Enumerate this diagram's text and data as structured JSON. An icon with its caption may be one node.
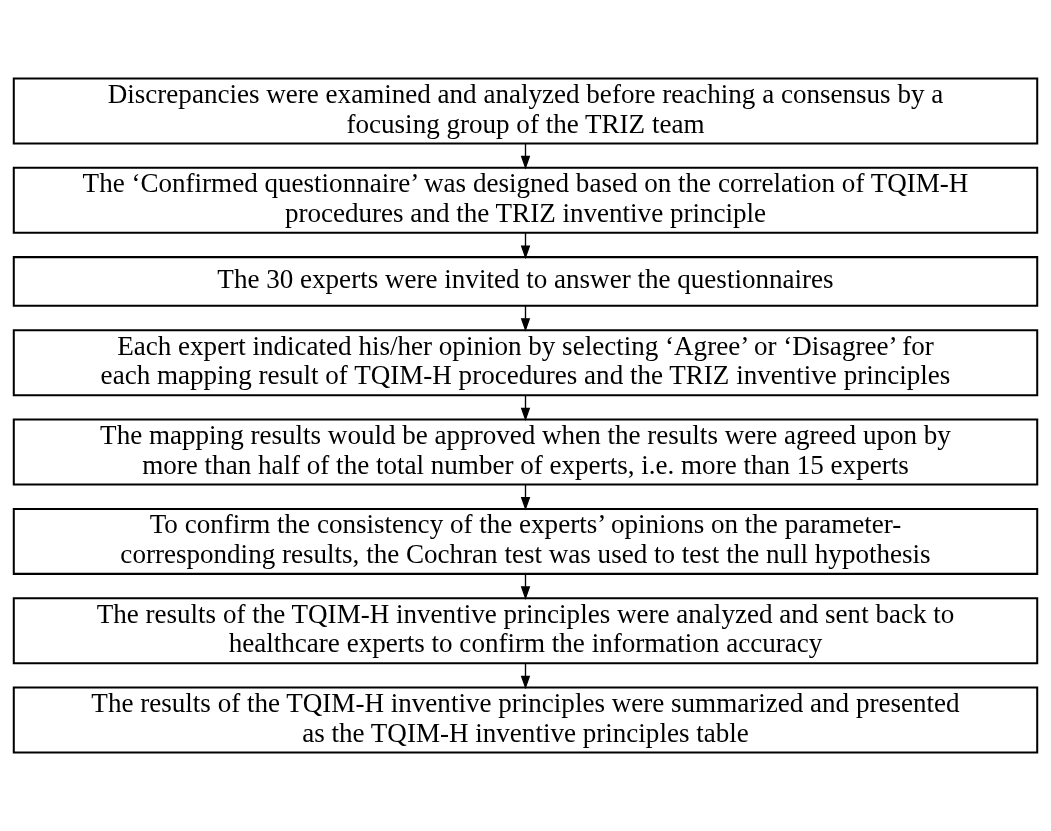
{
  "diagram": {
    "nodes": [
      {
        "text": [
          "Discrepancies were examined and analyzed before reaching a consensus by a focusing group of the TRIZ team"
        ]
      },
      {
        "text": [
          "The ‘Confirmed questionnaire’ was designed based on the correlation of TQIM-H procedures and the TRIZ inventive principle"
        ]
      },
      {
        "text": [
          "The 30 experts were invited to answer the questionnaires"
        ]
      },
      {
        "text": [
          "Each expert indicated his/her opinion by selecting ‘Agree’ or ‘Disagree’ for each mapping result of TQIM-H procedures and the TRIZ inventive principles"
        ]
      },
      {
        "text": [
          "The mapping results would be approved when the results were agreed upon by more than half of the total number of experts, i.e. more than 15 experts"
        ]
      },
      {
        "text": [
          "To confirm the consistency of the experts’ opinions on the parameter-corresponding results, the Cochran test was used to test the null hypothesis"
        ]
      },
      {
        "text": [
          "The results of the TQIM-H inventive principles were analyzed and sent back to healthcare experts to confirm the information accuracy"
        ]
      },
      {
        "text": [
          "The results of the TQIM-H inventive principles were summarized and presented as the TQIM-H inventive principles table"
        ]
      }
    ],
    "edges": [
      {
        "from": 0,
        "to": 1,
        "arrow": "to"
      },
      {
        "from": 1,
        "to": 2,
        "arrow": "to"
      },
      {
        "from": 2,
        "to": 3,
        "arrow": "to"
      },
      {
        "from": 3,
        "to": 4,
        "arrow": "to"
      },
      {
        "from": 4,
        "to": 5,
        "arrow": "to"
      },
      {
        "from": 5,
        "to": 6,
        "arrow": "to"
      },
      {
        "from": 6,
        "to": 7,
        "arrow": "to"
      }
    ]
  }
}
